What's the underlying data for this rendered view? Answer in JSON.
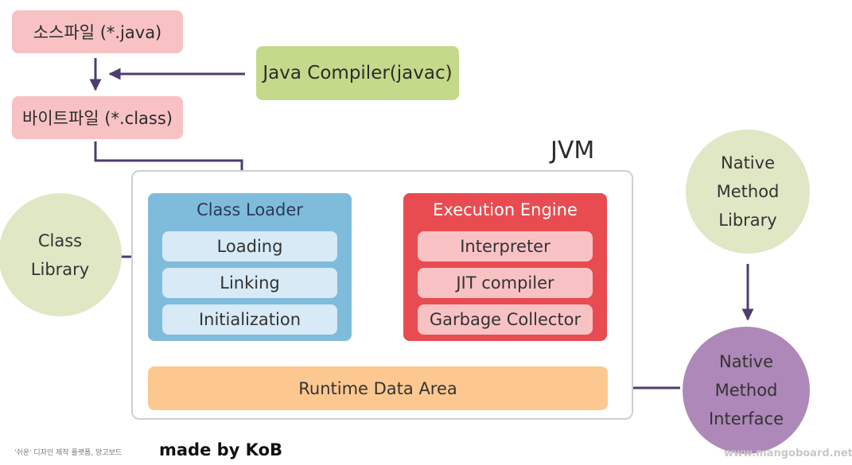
{
  "source_file": "소스파일 (*.java)",
  "compiler": "Java Compiler(javac)",
  "bytecode_file": "바이트파일 (*.class)",
  "jvm_title": "JVM",
  "class_loader": {
    "title": "Class Loader",
    "steps": [
      "Loading",
      "Linking",
      "Initialization"
    ]
  },
  "execution_engine": {
    "title": "Execution Engine",
    "parts": [
      "Interpreter",
      "JIT compiler",
      "Garbage Collector"
    ]
  },
  "runtime_data_area": "Runtime Data Area",
  "class_library": [
    "Class",
    "Library"
  ],
  "native_method_library": [
    "Native",
    "Method",
    "Library"
  ],
  "native_method_interface": [
    "Native",
    "Method",
    "Interface"
  ],
  "footer": {
    "credit": "'쉬운' 디자인 제작 플랫폼, 망고보드",
    "brand": "made by KoB",
    "site": "www.mangoboard.net"
  },
  "colors": {
    "file_box": "#f8c2c4",
    "compiler_box": "#c5d98a",
    "class_loader": "#7fbcdc",
    "execution_engine": "#e84c50",
    "runtime_area": "#fdc890",
    "library_circle": "#e0e7c5",
    "interface_circle": "#ae88b8",
    "arrow": "#4f3d6e"
  }
}
